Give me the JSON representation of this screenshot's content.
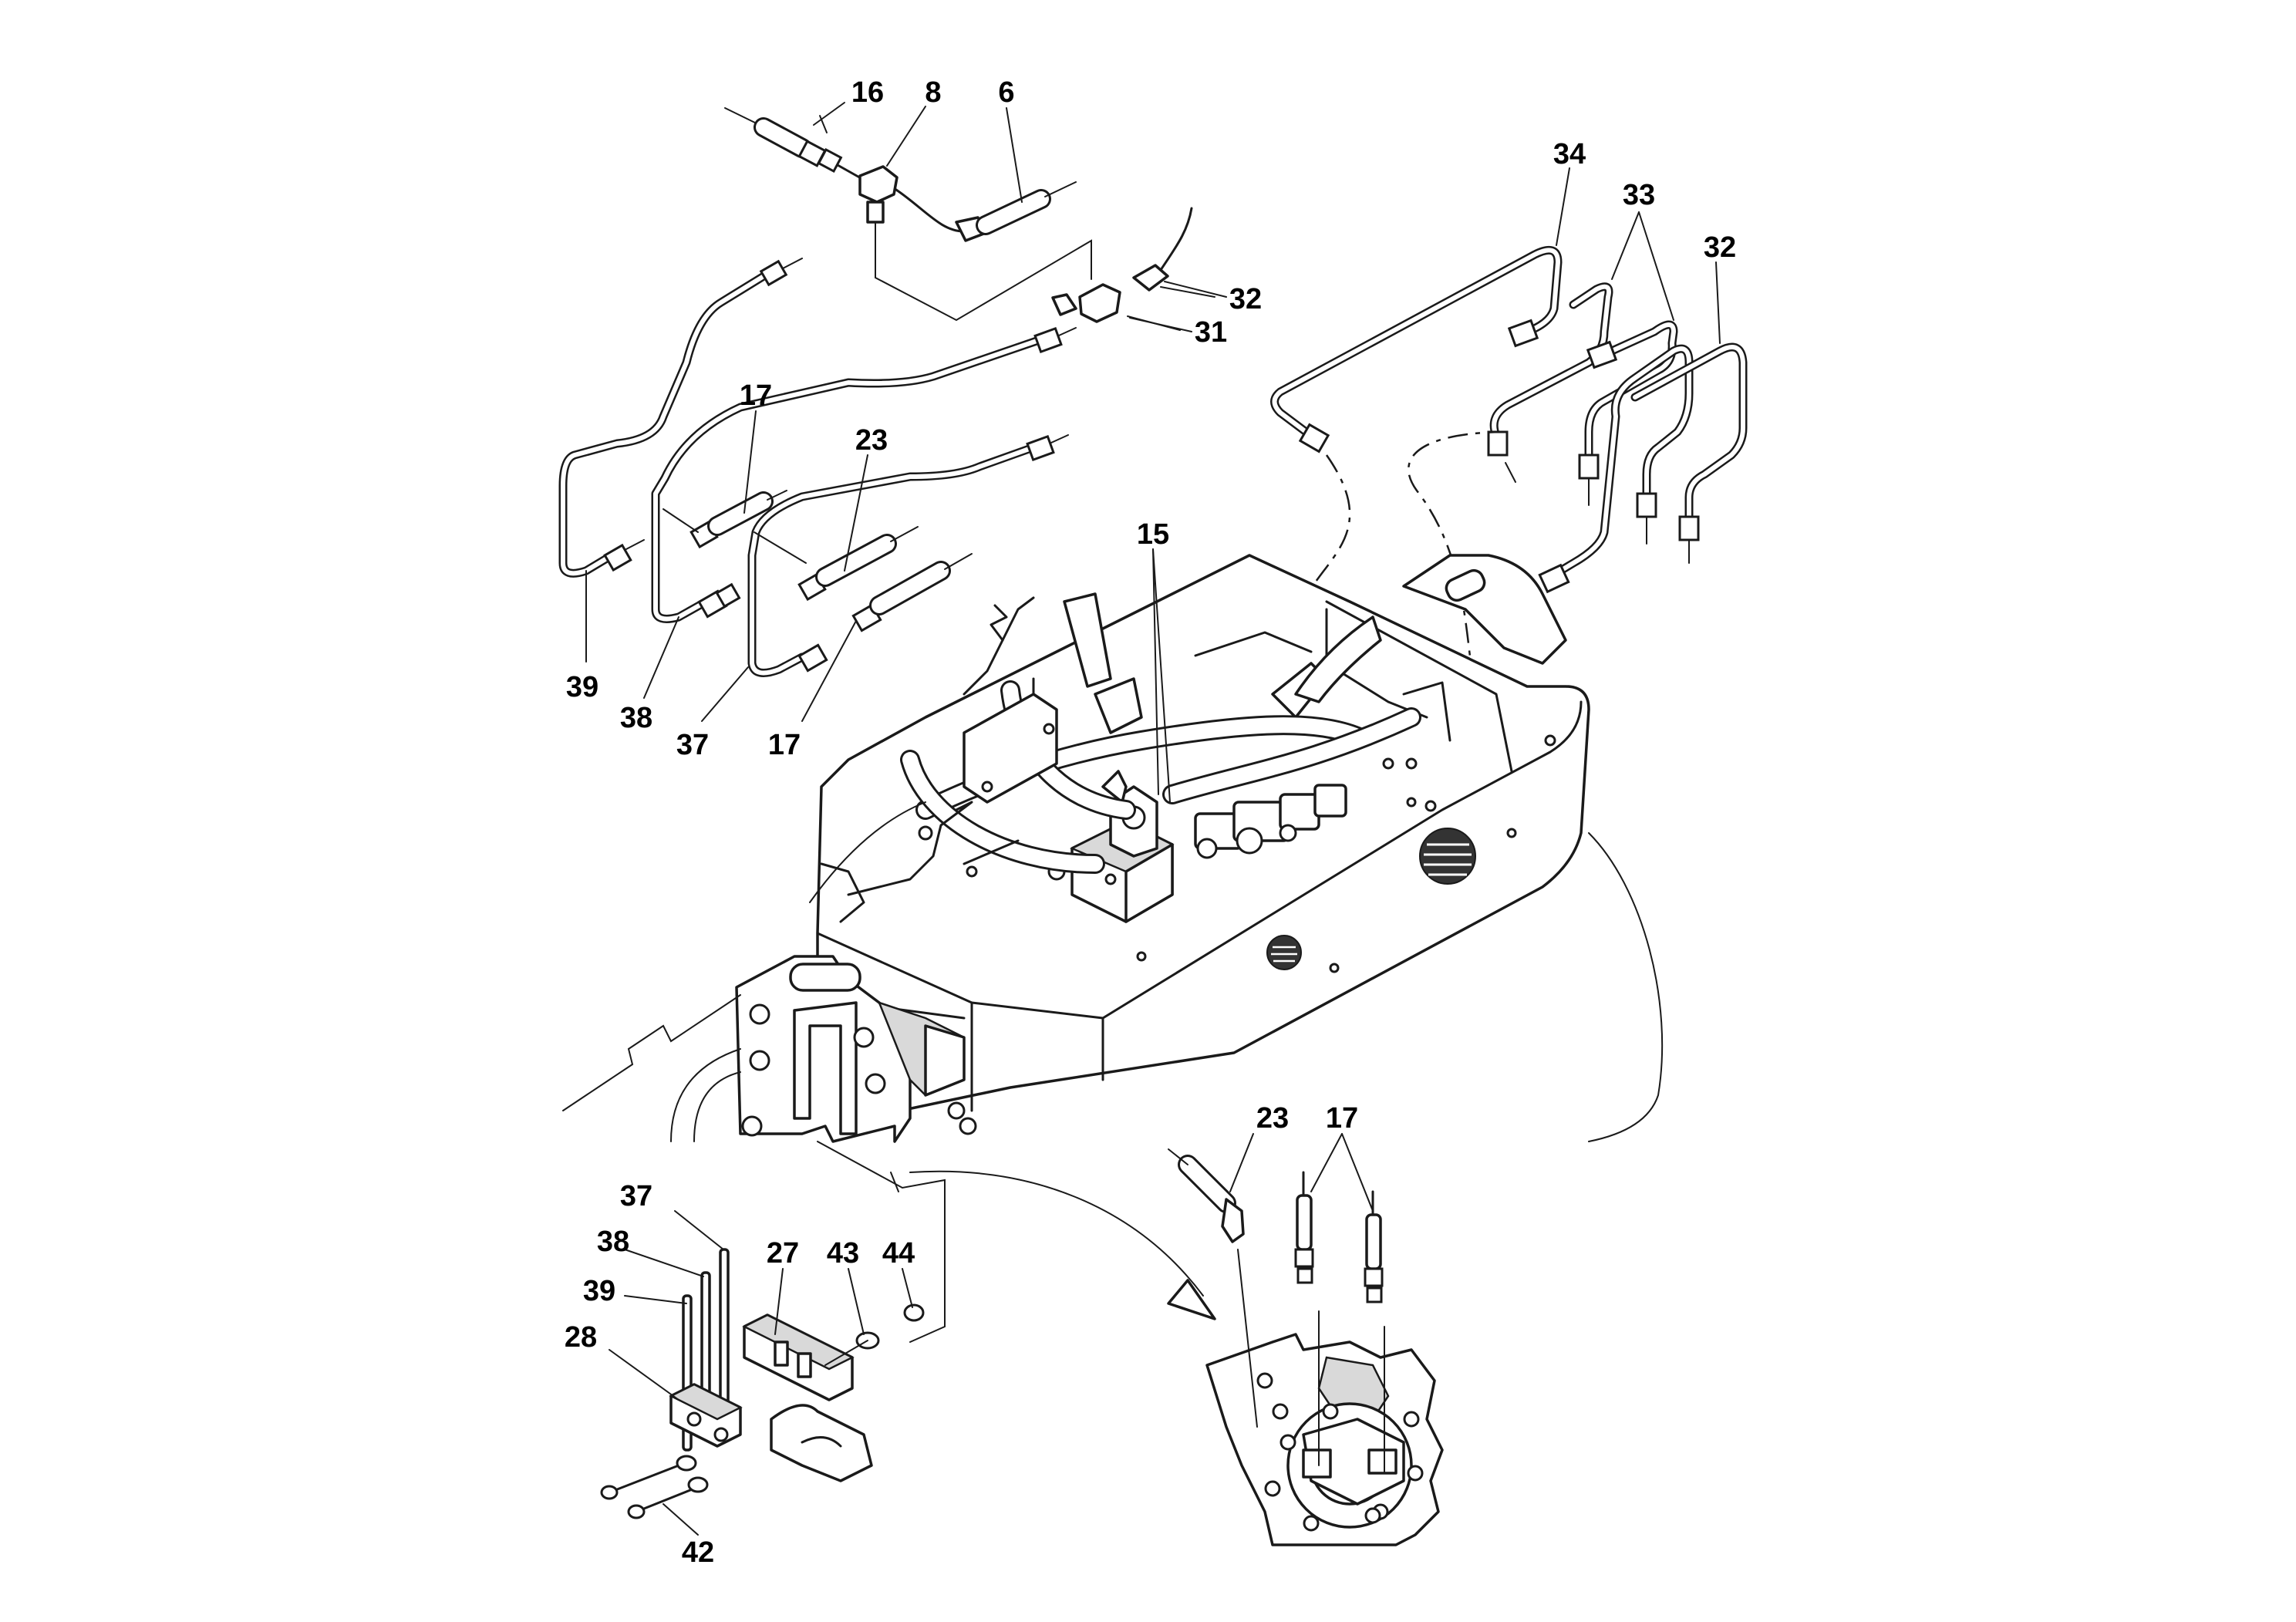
{
  "callouts": {
    "c16": "16",
    "c8": "8",
    "c6": "6",
    "c32a": "32",
    "c31": "31",
    "c34": "34",
    "c33": "33",
    "c32b": "32",
    "c17a": "17",
    "c23a": "23",
    "c15": "15",
    "c39a": "39",
    "c38a": "38",
    "c37a": "37",
    "c17b": "17",
    "c23b": "23",
    "c17c": "17",
    "c37b": "37",
    "c38b": "38",
    "c39b": "39",
    "c27": "27",
    "c43": "43",
    "c44": "44",
    "c28": "28",
    "c42": "42"
  }
}
